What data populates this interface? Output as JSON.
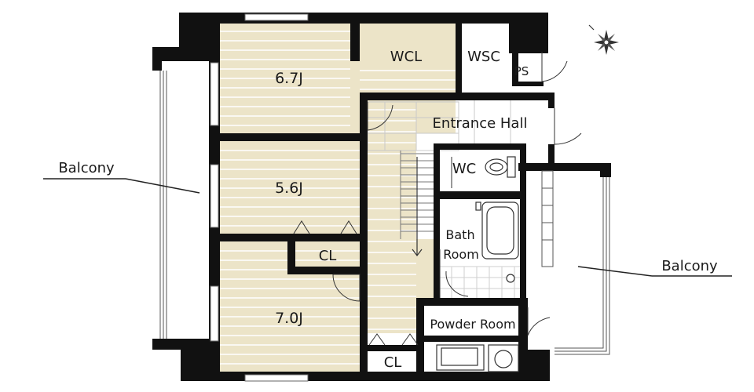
{
  "rooms": {
    "bedroom_1": "6.7J",
    "bedroom_2": "5.6J",
    "bedroom_3": "7.0J",
    "wcl": "WCL",
    "wsc": "WSC",
    "ps": "PS",
    "entrance_hall": "Entrance Hall",
    "wc": "WC",
    "bath_line1": "Bath",
    "bath_line2": "Room",
    "closet_middle": "CL",
    "closet_bottom": "CL",
    "powder_room": "Powder Room"
  },
  "balconies": {
    "left": "Balcony",
    "right": "Balcony"
  },
  "icons": {
    "compass": "compass-rose-icon",
    "toilet": "toilet-icon",
    "bathtub": "bathtub-icon",
    "sink": "sink-icon",
    "washer": "washing-machine-icon"
  },
  "colors": {
    "wall": "#111111",
    "floor_room": "#ece4c8",
    "floor_line": "#ffffff",
    "background": "#ffffff"
  }
}
